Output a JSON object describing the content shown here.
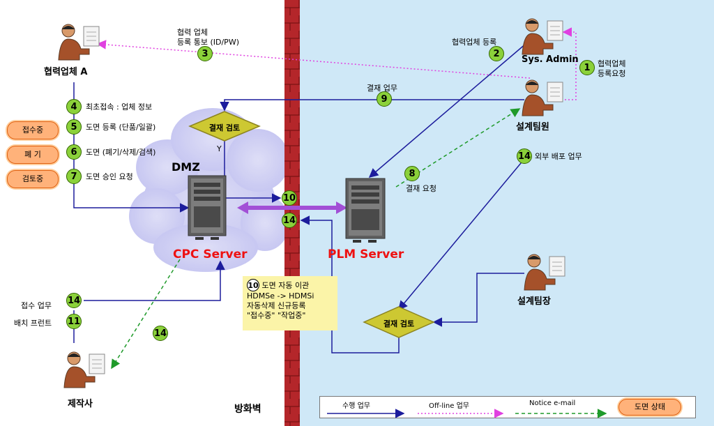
{
  "zones": {
    "dmz": "DMZ",
    "firewall": "방화벽"
  },
  "servers": {
    "cpc": "CPC Server",
    "plm": "PLM Server"
  },
  "actors": {
    "partner": "협력업체 A",
    "sys_admin": "Sys. Admin",
    "designer": "설계팀원",
    "design_lead": "설계팀장",
    "maker": "제작사"
  },
  "review": {
    "left": "결재 검토",
    "right": "결재 검토",
    "y": "Y"
  },
  "steps": [
    {
      "num": "1",
      "text_lines": [
        "협력업체",
        "등록요청"
      ]
    },
    {
      "num": "2",
      "text_lines": [
        "협력업체 등록"
      ]
    },
    {
      "num": "3",
      "text_lines": [
        "협력 업체",
        "등록 통보 (ID/PW)"
      ]
    },
    {
      "num": "4",
      "text_lines": [
        "최초접속 : 업체 정보"
      ]
    },
    {
      "num": "5",
      "text_lines": [
        "도면 등록 (단품/일괄)"
      ]
    },
    {
      "num": "6",
      "text_lines": [
        "도면 (폐기/삭제/검색)"
      ]
    },
    {
      "num": "7",
      "text_lines": [
        "도면 승인 요청"
      ]
    },
    {
      "num": "8",
      "text_lines": [
        "결재 요청"
      ]
    },
    {
      "num": "9",
      "text_lines": [
        "결재 업무"
      ]
    },
    {
      "num": "10",
      "text_lines": []
    },
    {
      "num": "11",
      "text_lines": [
        "배치 프런트"
      ]
    },
    {
      "num": "14",
      "text_lines": [
        "외부 배포 업무"
      ]
    },
    {
      "num": "14",
      "text_lines": [
        "접수 업무"
      ]
    }
  ],
  "states": [
    "접수중",
    "폐 기",
    "검토중"
  ],
  "note": {
    "num": "10",
    "lines": [
      "도면 자동 이관",
      "HDMSe  ->  HDMSi",
      "자동삭제     신규등록",
      "\"접수중\"     \"작업중\""
    ]
  },
  "legend": {
    "perform": "수행 업무",
    "offline": "Off-line 업무",
    "notice": "Notice e-mail",
    "state": "도면 상태"
  },
  "colors": {
    "secure_zone": "#cfe8f7",
    "firewall": "#b4262a",
    "perform_line": "#1c1c9c",
    "offline_line": "#e040e0",
    "notice_line": "#1f9a2a",
    "transfer_arrow": "#a24fd6",
    "badge": "#8bd13a",
    "state_fill": "#ffb27a"
  }
}
